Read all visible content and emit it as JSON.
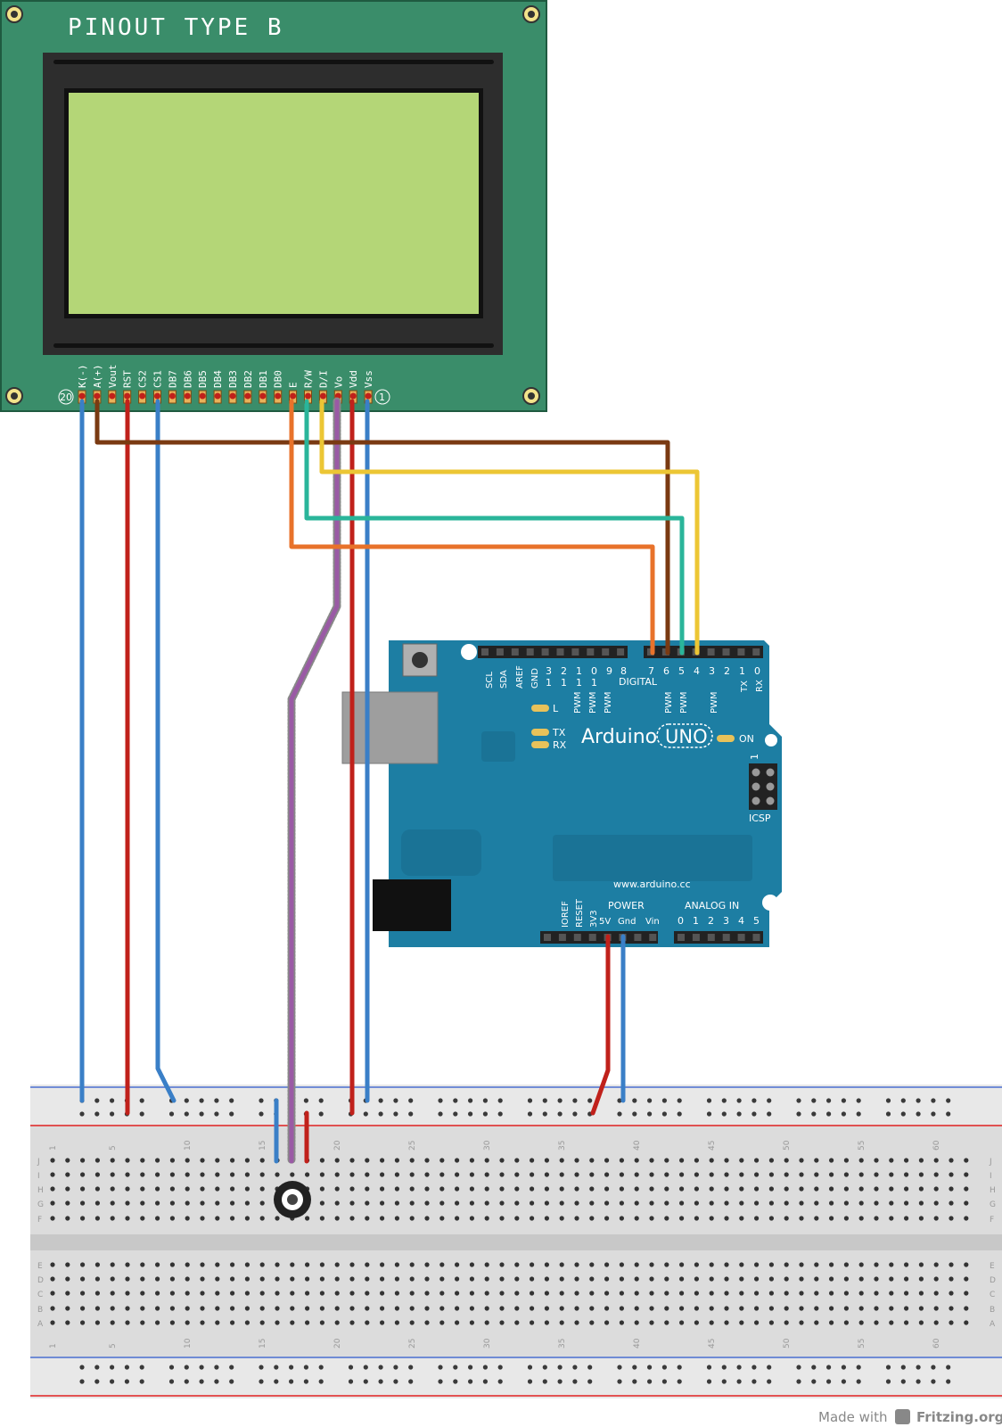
{
  "lcd": {
    "title": "PINOUT TYPE B",
    "pin_numbers": {
      "first": "20",
      "last": "1"
    },
    "pins": [
      {
        "label": "K(-)"
      },
      {
        "label": "A(+)"
      },
      {
        "label": "Vout"
      },
      {
        "label": "RST"
      },
      {
        "label": "CS2"
      },
      {
        "label": "CS1"
      },
      {
        "label": "DB7"
      },
      {
        "label": "DB6"
      },
      {
        "label": "DB5"
      },
      {
        "label": "DB4"
      },
      {
        "label": "DB3"
      },
      {
        "label": "DB2"
      },
      {
        "label": "DB1"
      },
      {
        "label": "DB0"
      },
      {
        "label": "E"
      },
      {
        "label": "R/W"
      },
      {
        "label": "D/I"
      },
      {
        "label": "Vo"
      },
      {
        "label": "Vdd"
      },
      {
        "label": "Vss"
      }
    ],
    "screen_color": "#b4d677",
    "pcb_color": "#3a8d6a"
  },
  "arduino": {
    "brand": "Arduino",
    "model": "UNO",
    "on_label": "ON",
    "website": "www.arduino.cc",
    "digital_label": "DIGITAL",
    "power_label": "POWER",
    "analog_label": "ANALOG IN",
    "icsp_label": "ICSP",
    "icsp_pin": "1",
    "led_labels": [
      "L",
      "TX",
      "RX"
    ],
    "top_labels": [
      "SCL",
      "SDA",
      "AREF",
      "GND"
    ],
    "digital_high": [
      "3",
      "2",
      "1",
      "0",
      "9",
      "8"
    ],
    "digital_high_tens": [
      "1",
      "1",
      "1",
      "1"
    ],
    "digital_low": [
      "7",
      "6",
      "5",
      "4",
      "3",
      "2",
      "1",
      "0"
    ],
    "pwm_high": [
      "PWM",
      "PWM",
      "PWM"
    ],
    "pwm_low": [
      "PWM",
      "PWM",
      "PWM"
    ],
    "txrx": [
      "TX",
      "RX"
    ],
    "power_pins": [
      "IOREF",
      "RESET",
      "3V3",
      "5V",
      "Gnd",
      "Vin"
    ],
    "analog_pins": [
      "0",
      "1",
      "2",
      "3",
      "4",
      "5"
    ],
    "board_color": "#1d7ea3"
  },
  "breadboard": {
    "row_letters_top": [
      "J",
      "I",
      "H",
      "G",
      "F"
    ],
    "row_letters_bottom": [
      "E",
      "D",
      "C",
      "B",
      "A"
    ],
    "column_numbers": [
      "1",
      "5",
      "10",
      "15",
      "20",
      "25",
      "30",
      "35",
      "40",
      "45",
      "50",
      "55",
      "60"
    ]
  },
  "wire_colors": {
    "blue": "#3a7fc7",
    "red": "#c0211b",
    "brown": "#7a3a12",
    "yellow": "#ecc634",
    "teal": "#2ab59a",
    "orange": "#e8722a",
    "purple": "#9a5aa5"
  },
  "footer": {
    "made_with": "Made with",
    "fritzing": "Fritzing.org"
  }
}
